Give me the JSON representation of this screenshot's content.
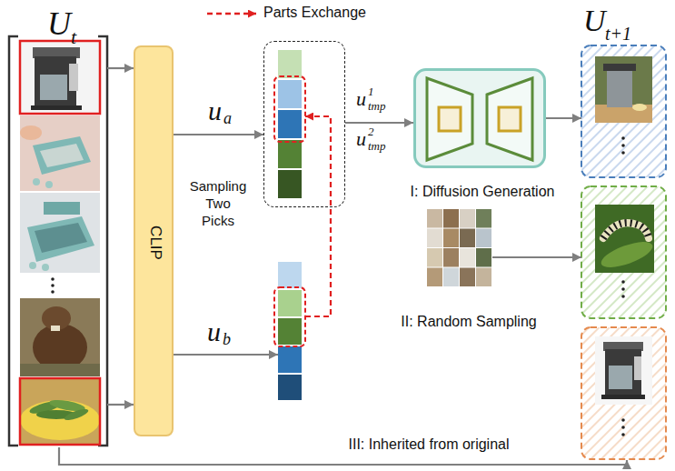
{
  "diagram": {
    "nodes": [
      {
        "text": [
          "U",
          "t"
        ]
      },
      {
        "text": [
          "CLIP"
        ]
      },
      {
        "text": [
          "u",
          "a"
        ]
      },
      {
        "text": [
          "u",
          "b"
        ]
      },
      {
        "text": [
          "I: Diffusion Generation"
        ]
      },
      {
        "text": [
          "II: Random Sampling"
        ]
      },
      {
        "text": [
          "U",
          "t+1"
        ]
      }
    ],
    "edges": [
      {
        "from": 0,
        "to": 1,
        "arrow": "to"
      },
      {
        "from": 0,
        "to": 1,
        "arrow": "to"
      },
      {
        "from": 1,
        "to": 2,
        "arrow": "to"
      },
      {
        "from": 1,
        "to": 3,
        "arrow": "to"
      },
      {
        "from": 3,
        "to": 2,
        "arrow": "to"
      },
      {
        "from": 2,
        "to": 4,
        "arrow": "to"
      },
      {
        "from": 4,
        "to": 6,
        "arrow": "to"
      },
      {
        "from": 5,
        "to": 6,
        "arrow": "to"
      },
      {
        "from": 0,
        "to": 6,
        "label": "III: Inherited from original",
        "arrow": "to"
      }
    ],
    "labels": [
      "Sampling Two Picks",
      "u",
      "1",
      "tmp",
      "u",
      "2",
      "tmp"
    ],
    "legend": [
      {
        "text": "Parts Exchange"
      }
    ]
  }
}
